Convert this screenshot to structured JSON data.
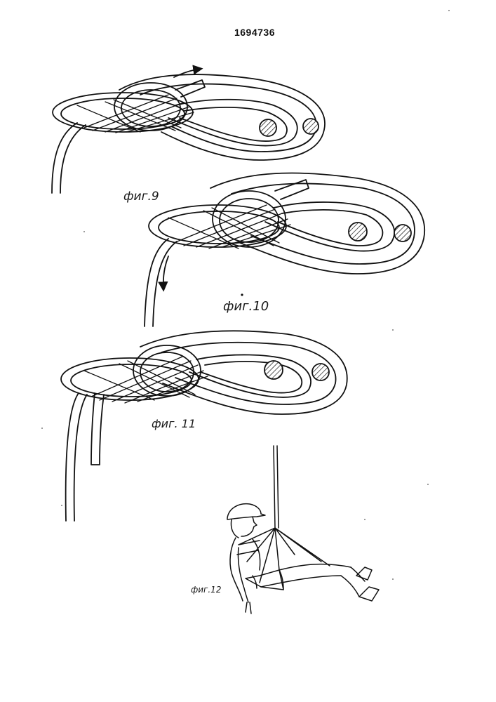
{
  "document": {
    "patent_number": "1694736"
  },
  "figures": [
    {
      "id": "fig9",
      "caption": "фиг.9",
      "subject": "figure-eight knot with two hatched holes"
    },
    {
      "id": "fig10",
      "caption": "фиг.10",
      "subject": "figure-eight knot with two hatched holes"
    },
    {
      "id": "fig11",
      "caption": "фиг. 11",
      "subject": "figure-eight knot with two hatched holes"
    },
    {
      "id": "fig12",
      "caption": "фиг.12",
      "subject": "person seated in harness hanging from rope"
    }
  ]
}
